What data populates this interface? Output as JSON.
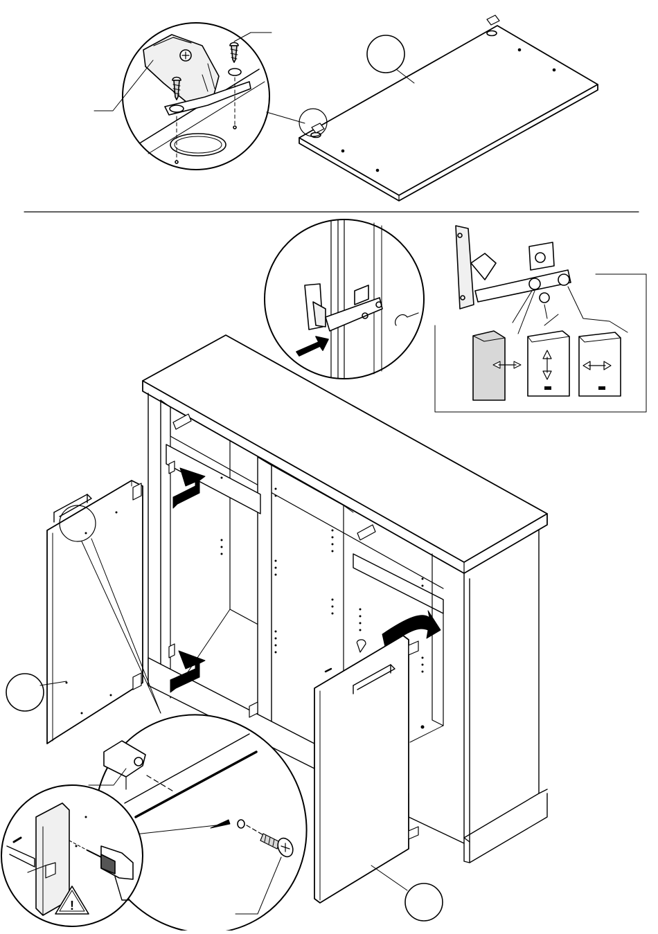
{
  "page": {
    "background": "#ffffff",
    "ink": "#000000",
    "part_fill": "#ffffff",
    "shade_light": "#f0f0f0",
    "shade_mid": "#d8d8d8",
    "shade_dark": "#555555"
  },
  "step_top": {
    "callout_markers": [
      {
        "name": "top-panel-part-marker",
        "label": ""
      }
    ],
    "detail_parts": [
      "hinge-mounting-plate",
      "screw",
      "screw",
      "drilled-hole"
    ]
  },
  "step_bottom": {
    "callout_markers": [
      {
        "name": "left-door-part-marker",
        "label": ""
      },
      {
        "name": "right-door-part-marker",
        "label": ""
      }
    ],
    "adjustment_icons": [
      "depth-adjust-icon",
      "height-adjust-icon",
      "side-adjust-icon"
    ],
    "arrows": [
      "insert-arrow-upper",
      "insert-arrow-lower",
      "door-swing-arrow"
    ],
    "warning_icon": "warning-triangle-icon",
    "warning_symbol": "!"
  }
}
